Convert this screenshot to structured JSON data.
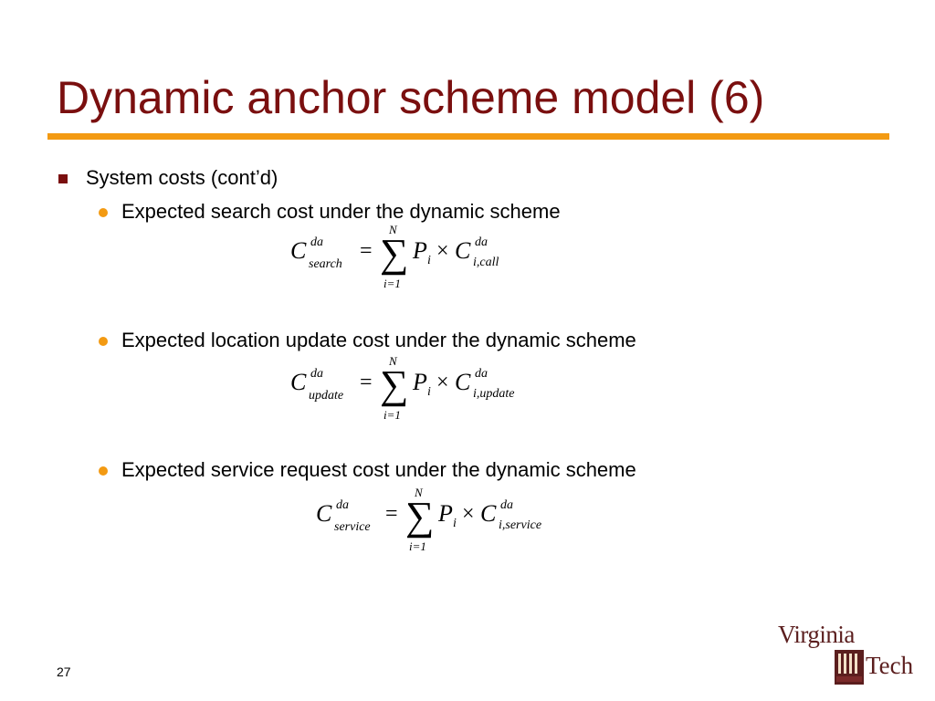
{
  "slide": {
    "title": "Dynamic anchor scheme model (6)",
    "page_number": "27"
  },
  "bullet": {
    "text": "System costs (cont’d)"
  },
  "items": [
    {
      "text": "Expected search cost under the dynamic scheme",
      "formula": {
        "lhs_C": "C",
        "lhs_sup": "da",
        "lhs_sub": "search",
        "equals": "=",
        "sum_upper": "N",
        "sum_sign": "∑",
        "sum_lower": "i=1",
        "P": "P",
        "P_sub": "i",
        "times": "×",
        "rhs_C": "C",
        "rhs_sup": "da",
        "rhs_sub": "i,call"
      }
    },
    {
      "text": "Expected location update cost under the dynamic scheme",
      "formula": {
        "lhs_C": "C",
        "lhs_sup": "da",
        "lhs_sub": "update",
        "equals": "=",
        "sum_upper": "N",
        "sum_sign": "∑",
        "sum_lower": "i=1",
        "P": "P",
        "P_sub": "i",
        "times": "×",
        "rhs_C": "C",
        "rhs_sup": "da",
        "rhs_sub": "i,update"
      }
    },
    {
      "text": "Expected service request cost under the dynamic scheme",
      "formula": {
        "lhs_C": "C",
        "lhs_sup": "da",
        "lhs_sub": "service",
        "equals": "=",
        "sum_upper": "N",
        "sum_sign": "∑",
        "sum_lower": "i=1",
        "P": "P",
        "P_sub": "i",
        "times": "×",
        "rhs_C": "C",
        "rhs_sup": "da",
        "rhs_sub": "i,service"
      }
    }
  ],
  "logo": {
    "line1": "Virginia",
    "line2": "Tech",
    "colors": {
      "maroon": "#5b1e1e",
      "orange": "#f39a12"
    }
  },
  "colors": {
    "title": "#7a0f0f",
    "rule": "#f39a12",
    "bullet": "#7a0f0f",
    "sub_bullet": "#f39a12"
  }
}
